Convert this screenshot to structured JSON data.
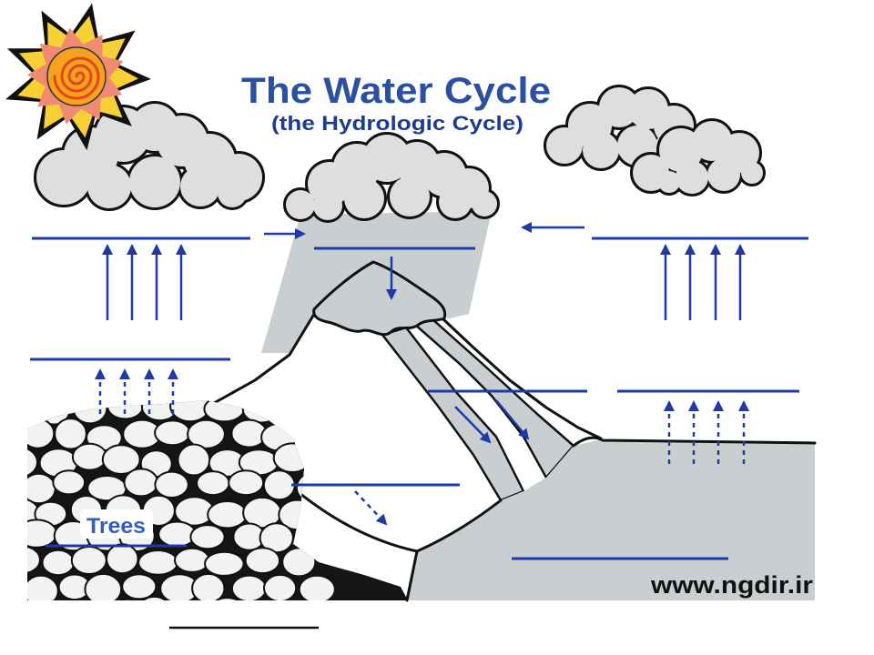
{
  "title": "The Water Cycle",
  "subtitle": "(the Hydrologic Cycle)",
  "labels": {
    "trees": "Trees"
  },
  "watermark": "www.ngdir.ir",
  "colors": {
    "title": "#2b50a2",
    "subtitle": "#1d3c8f",
    "label": "#2f5fbf",
    "answer_line": "#1f3aa8",
    "arrow": "#1f3aa8",
    "cloud": "#dedede",
    "rain": "#c9ced1",
    "water": "#c9ced1",
    "snow": "#c9ced1",
    "sun_rays": "#f7d035",
    "sun_inner": "#f08a72",
    "sun_core": "#f7a21c",
    "sun_spiral": "#e2461c"
  },
  "icons": {
    "sun": "sun-icon",
    "arrow": "arrow-icon"
  }
}
